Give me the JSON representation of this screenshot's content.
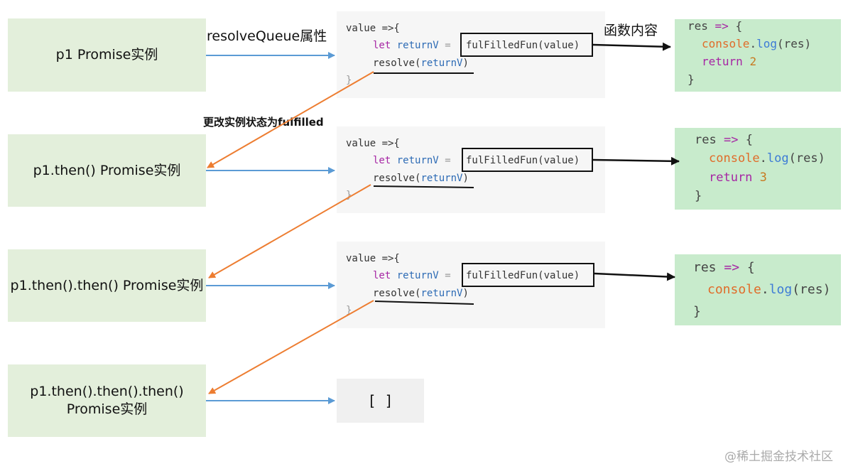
{
  "instances": [
    {
      "label": "p1 Promise实例"
    },
    {
      "label": "p1.then() Promise实例"
    },
    {
      "label": "p1.then().then() Promise实例"
    },
    {
      "label": "p1.then().then().then() Promise实例"
    }
  ],
  "labels": {
    "resolve_queue": "resolveQueue属性",
    "function_content": "函数内容",
    "change_state": "更改实例状态为fulfilled"
  },
  "code_block": {
    "line1": "value =>{",
    "let_kw": "let",
    "return_var": "returnV",
    "equals": "=",
    "call": "fulFilledFun(value)",
    "resolve_fn": "resolve(",
    "resolve_arg": "returnV",
    "resolve_close": ")",
    "close": "}"
  },
  "res_blocks": [
    {
      "param": "res",
      "arrow": "=>",
      "brace": "{",
      "console": "console",
      "dot": ".",
      "log": "log",
      "args": "(res)",
      "return_kw": "return",
      "return_val": "2",
      "close": "}"
    },
    {
      "param": "res",
      "arrow": "=>",
      "brace": "{",
      "console": "console",
      "dot": ".",
      "log": "log",
      "args": "(res)",
      "return_kw": "return",
      "return_val": "3",
      "close": "}"
    },
    {
      "param": "res",
      "arrow": "=>",
      "brace": "{",
      "console": "console",
      "dot": ".",
      "log": "log",
      "args": "(res)",
      "close": "}"
    }
  ],
  "empty_queue": "[ ]",
  "watermark": "@稀土掘金技术社区",
  "colors": {
    "blue_arrow": "#5b9bd5",
    "orange_arrow": "#ed7d31",
    "box_green": "#e3efdb",
    "res_green": "#c8ebcc"
  }
}
